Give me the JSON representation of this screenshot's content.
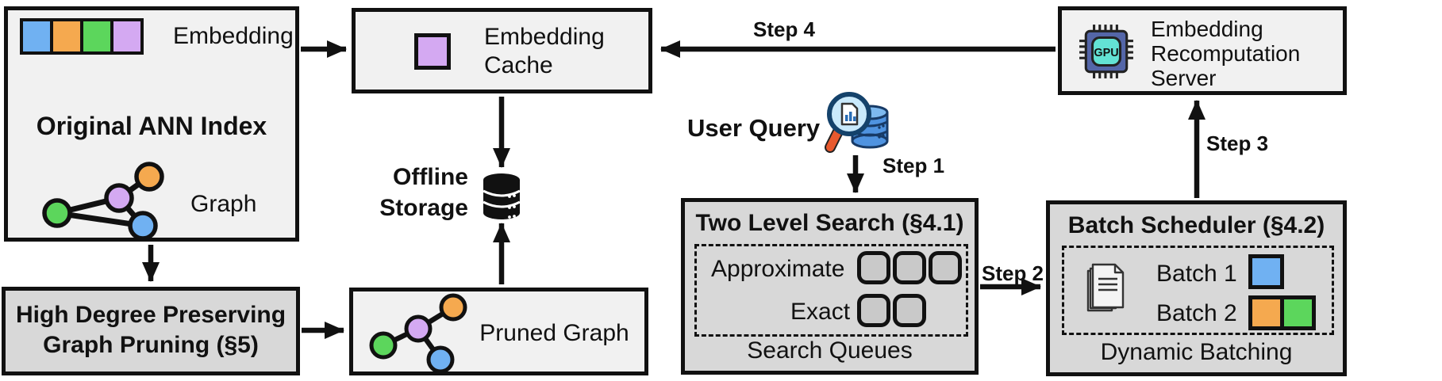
{
  "colors": {
    "embedding_blue": "#70b1f2",
    "embedding_orange": "#f5a94f",
    "embedding_green": "#5cd65c",
    "embedding_purple": "#d4a9f2",
    "box_light": "#f1f1f1",
    "box_dark": "#d8d8d8",
    "outline": "#111111",
    "gpu_body": "#5466a8",
    "gpu_core": "#63e2d4",
    "magnifier_handle": "#e8592e",
    "query_db_blue": "#4f93e0"
  },
  "original_index": {
    "embedding_label": "Embedding",
    "title": "Original ANN Index",
    "graph_label": "Graph"
  },
  "pruning_box": {
    "line1": "High Degree Preserving",
    "line2": "Graph Pruning (§5)"
  },
  "embedding_cache": {
    "line1": "Embedding",
    "line2": "Cache"
  },
  "offline_storage": {
    "line1": "Offline",
    "line2": "Storage"
  },
  "pruned_graph": {
    "label": "Pruned Graph"
  },
  "user_query": {
    "label": "User Query"
  },
  "steps": {
    "step1": "Step 1",
    "step2": "Step 2",
    "step3": "Step 3",
    "step4": "Step 4"
  },
  "two_level_search": {
    "title": "Two Level Search (§4.1)",
    "approximate_label": "Approximate",
    "exact_label": "Exact",
    "footer": "Search Queues",
    "approximate_queue_count": 3,
    "exact_queue_count": 2
  },
  "batch_scheduler": {
    "title": "Batch Scheduler (§4.2)",
    "batch1_label": "Batch 1",
    "batch2_label": "Batch 2",
    "footer": "Dynamic Batching"
  },
  "recomputation_server": {
    "line1": "Embedding",
    "line2": "Recomputation",
    "line3": "Server",
    "gpu_label": "GPU"
  },
  "icons": {
    "offline_storage": "database-icon",
    "user_query": "magnifier-database-icon",
    "batch_scheduler": "documents-icon",
    "recomputation_server": "gpu-chip-icon"
  }
}
